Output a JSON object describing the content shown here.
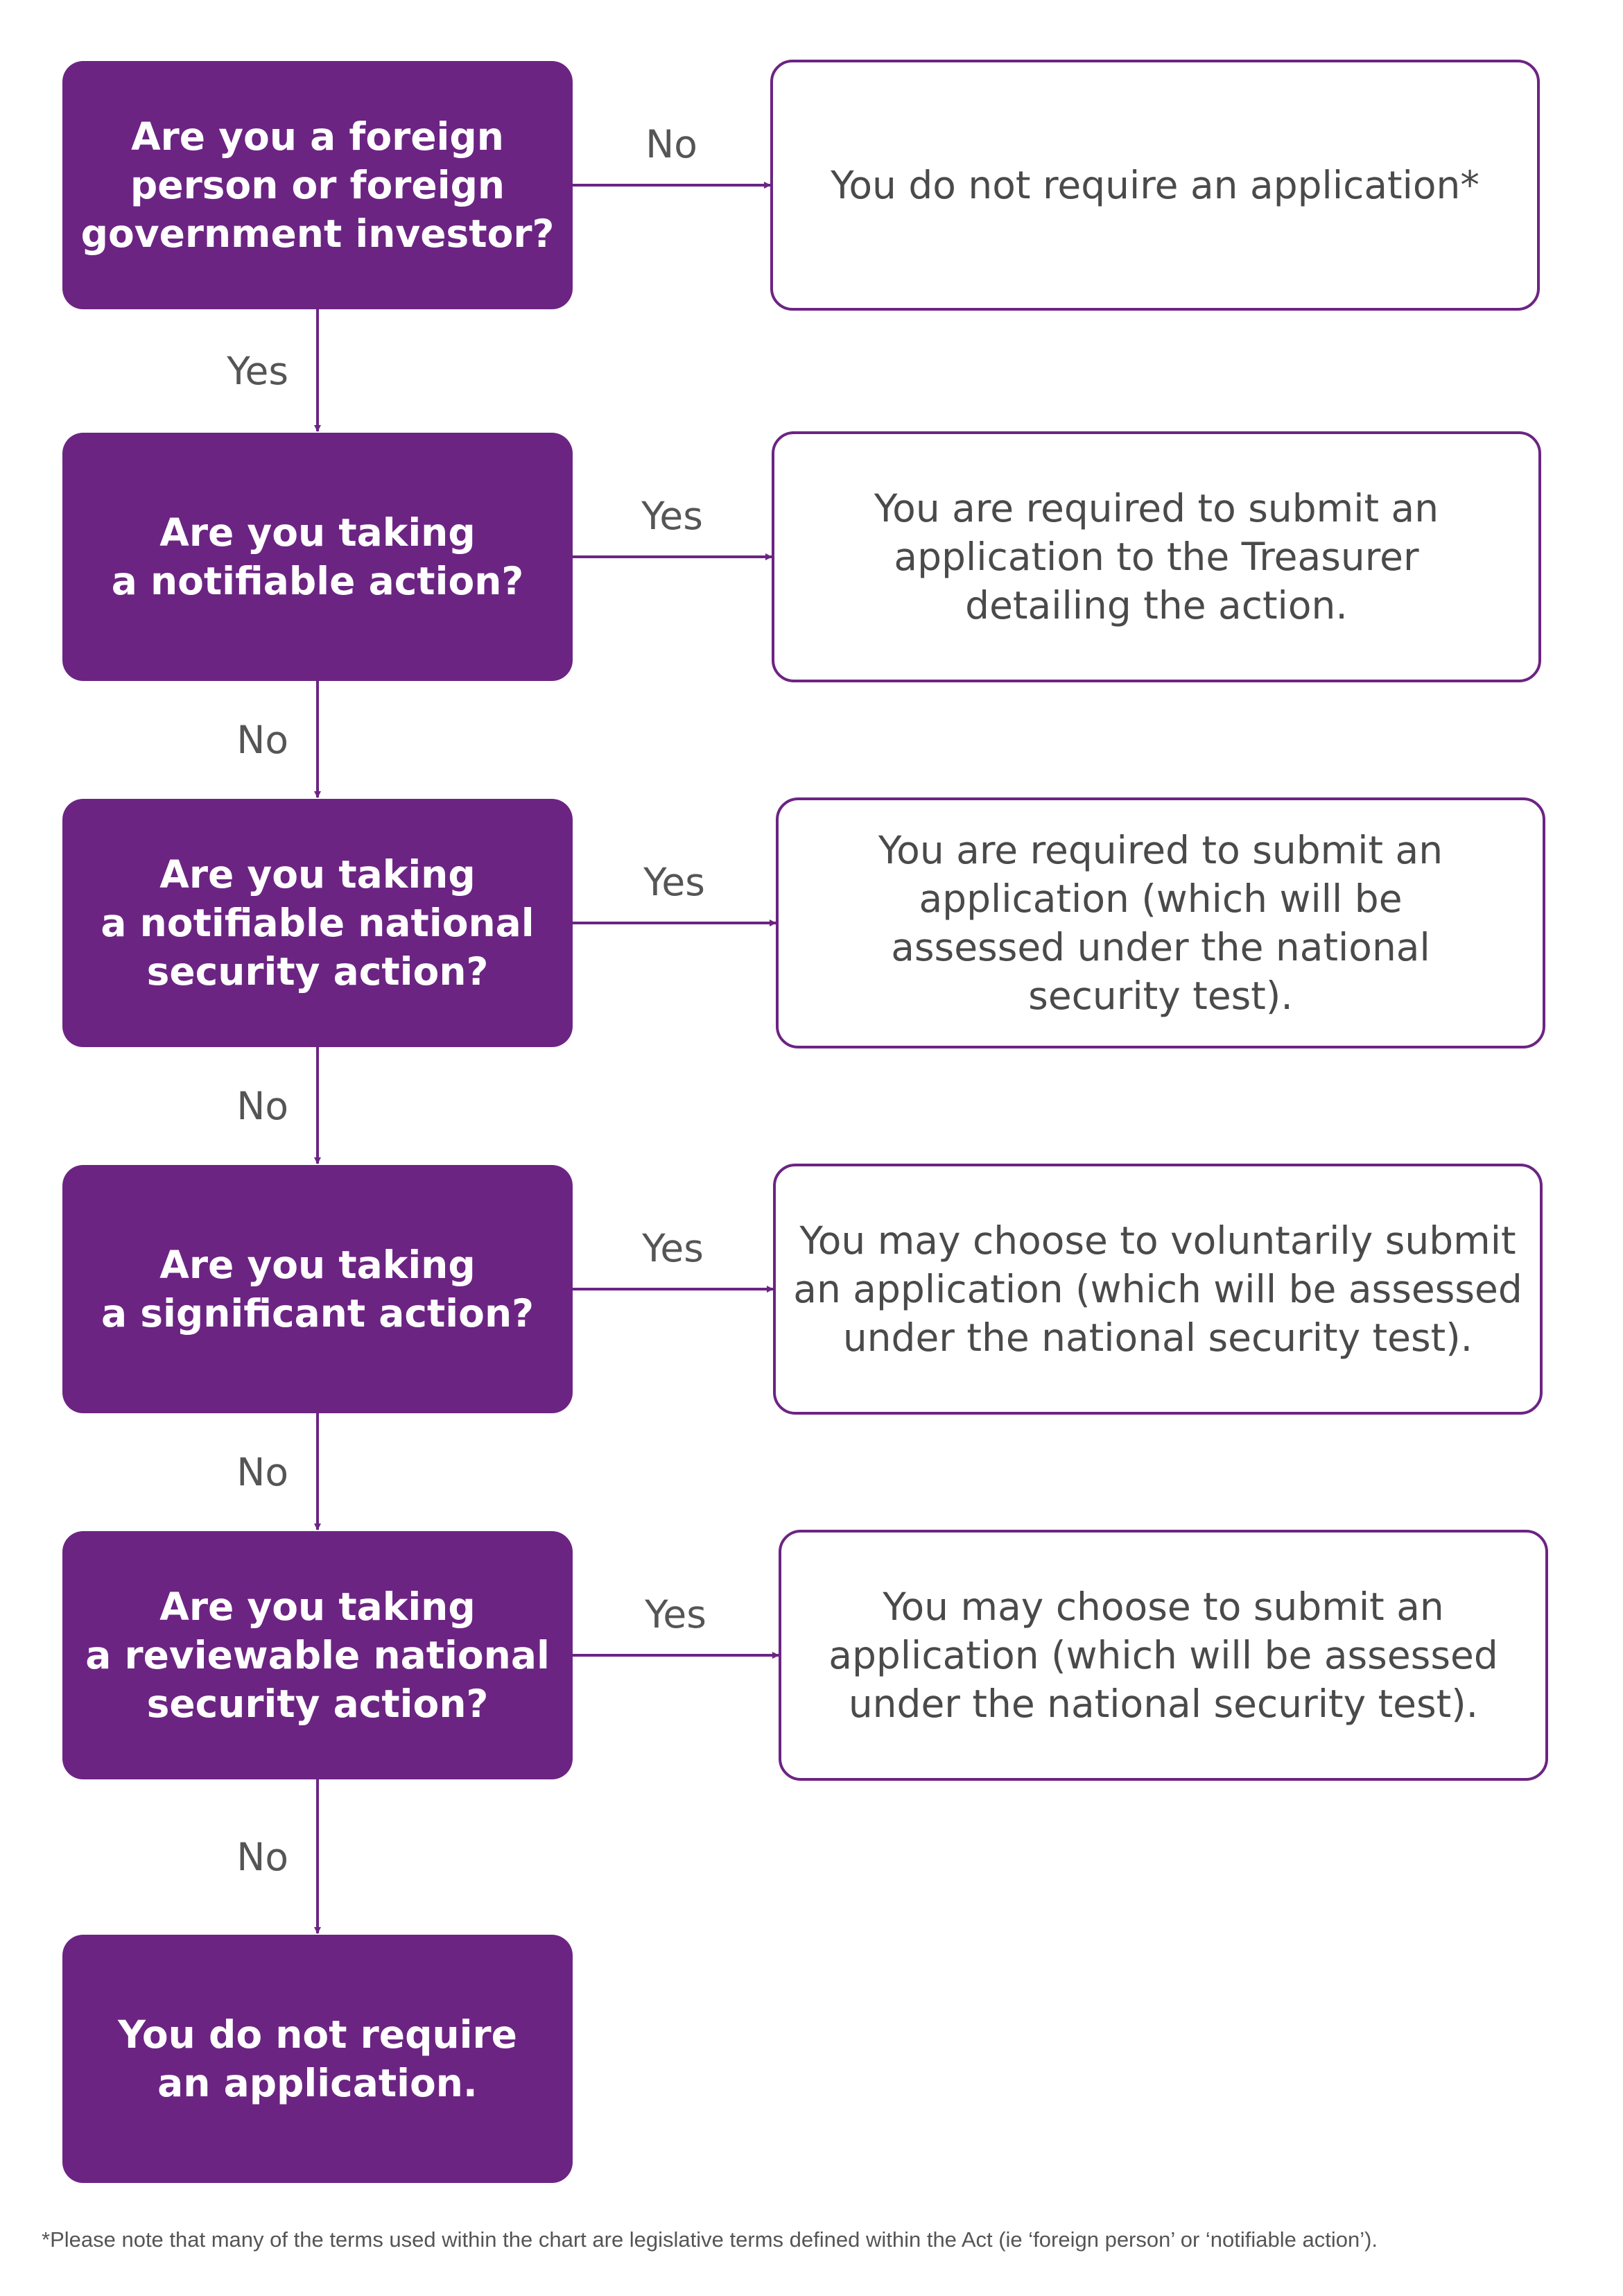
{
  "colors": {
    "primary": "#6c2483",
    "box_text": "#ffffff",
    "answer_text": "#4a4a4a",
    "label_text": "#555555"
  },
  "questions": [
    {
      "id": "foreign-person",
      "lines": [
        "Are you a foreign",
        "person or foreign",
        "government investor?"
      ]
    },
    {
      "id": "notifiable",
      "lines": [
        "Are you taking",
        "a notifiable action?"
      ]
    },
    {
      "id": "notifiable-national-security",
      "lines": [
        "Are you taking",
        "a notifiable national",
        "security action?"
      ]
    },
    {
      "id": "significant",
      "lines": [
        "Are you taking",
        "a significant action?"
      ]
    },
    {
      "id": "reviewable-national-security",
      "lines": [
        "Are you taking",
        "a reviewable national",
        "security action?"
      ]
    }
  ],
  "final_outcome": {
    "lines": [
      "You do not require",
      "an application."
    ]
  },
  "outcomes": [
    {
      "id": "no-application",
      "branch_label": "No",
      "lines": [
        "You do not require an application*"
      ]
    },
    {
      "id": "required-treasurer",
      "branch_label": "Yes",
      "lines": [
        "You are required to submit an",
        "application to the Treasurer",
        "detailing the action."
      ]
    },
    {
      "id": "required-national-security",
      "branch_label": "Yes",
      "lines": [
        "You are required to submit an",
        "application (which will be",
        "assessed under the national",
        "security test)."
      ]
    },
    {
      "id": "voluntary-submit",
      "branch_label": "Yes",
      "lines": [
        "You may choose to voluntarily submit",
        "an application (which will be assessed",
        "under the national security test)."
      ]
    },
    {
      "id": "may-submit",
      "branch_label": "Yes",
      "lines": [
        "You may choose to submit an",
        "application (which will be assessed",
        "under the national security test)."
      ]
    }
  ],
  "down_labels": [
    "Yes",
    "No",
    "No",
    "No",
    "No"
  ],
  "footnote": "*Please note that many of the terms used within the chart are legislative terms defined within the Act (ie ‘foreign person’ or ‘notifiable action’)."
}
